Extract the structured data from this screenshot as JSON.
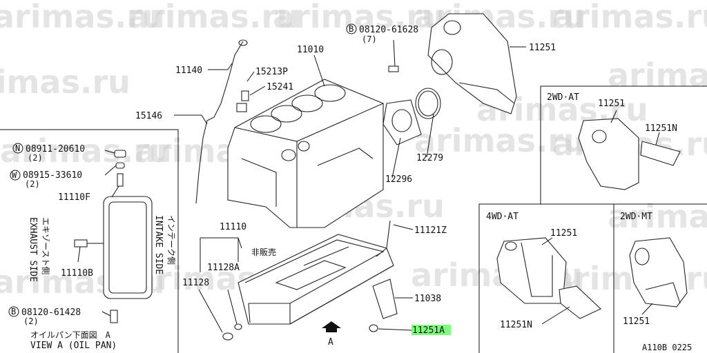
{
  "watermark": "arimas.ru",
  "labels": {
    "p11010": "11010",
    "p11140": "11140",
    "p15213p": "15213P",
    "p15241": "15241",
    "p15146": "15146",
    "bolt_ref1": "08120-61628",
    "bolt_ref1_qty": "(7)",
    "p11251_main": "11251",
    "p12279": "12279",
    "p12296": "12296",
    "nut_ref": "08911-20610",
    "nut_qty": "(2)",
    "washer_ref": "08915-33610",
    "washer_qty": "(2)",
    "p11110f": "11110F",
    "exhaust_side": "EXHAUST SIDE",
    "exhaust_jp": "エキゾースト側",
    "intake_side": "INTAKE SIDE",
    "intake_jp": "インテーク側",
    "p11110b": "11110B",
    "bolt_ref2": "08120-61428",
    "bolt_ref2_qty": "(2)",
    "oilpan_jp": "オイルパン下面図　A",
    "view_a": "VIEW A (OIL PAN)",
    "p11110": "11110",
    "not_sold": "非販売",
    "p11128a": "11128A",
    "p11128": "11128",
    "p11121z": "11121Z",
    "p11038": "11038",
    "p11251a": "11251A",
    "arrow_a": "A",
    "box_2wd_at": "2WD·AT",
    "box_2wd_at_p1": "11251",
    "box_2wd_at_p2": "11251N",
    "box_4wd_at": "4WD·AT",
    "box_4wd_at_p1": "11251",
    "box_4wd_at_p2": "11251N",
    "box_2wd_mt": "2WD·MT",
    "box_2wd_mt_p1": "11251",
    "figure_code": "A110B 0225"
  },
  "symbols": {
    "bolt_B": "B",
    "nut_N": "N",
    "washer_W": "W"
  },
  "colors": {
    "highlight": "#7dff7d",
    "watermark": "#cfcfcf"
  }
}
